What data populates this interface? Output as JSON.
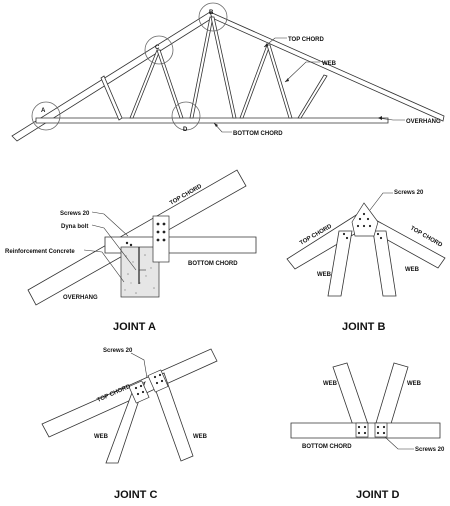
{
  "truss": {
    "joint_a": "A",
    "joint_b": "B",
    "joint_c": "C",
    "joint_d": "D",
    "top_chord": "TOP CHORD",
    "web": "WEB",
    "bottom_chord": "BOTTOM CHORD",
    "overhang": "OVERHANG"
  },
  "joint_a": {
    "title": "JOINT A",
    "top_chord": "TOP CHORD",
    "screws": "Screws 20",
    "dyna_bolt": "Dyna bolt",
    "concrete": "Reinforcement Concrete",
    "bottom_chord": "BOTTOM CHORD",
    "overhang": "OVERHANG"
  },
  "joint_b": {
    "title": "JOINT B",
    "screws": "Screws 20",
    "top_chord_left": "TOP CHORD",
    "top_chord_right": "TOP CHORD",
    "web_left": "WEB",
    "web_right": "WEB"
  },
  "joint_c": {
    "title": "JOINT C",
    "screws": "Screws 20",
    "top_chord": "TOP CHORD",
    "web_left": "WEB",
    "web_right": "WEB"
  },
  "joint_d": {
    "title": "JOINT D",
    "web_left": "WEB",
    "web_right": "WEB",
    "bottom_chord": "BOTTOM CHORD",
    "screws": "Screws 20"
  }
}
